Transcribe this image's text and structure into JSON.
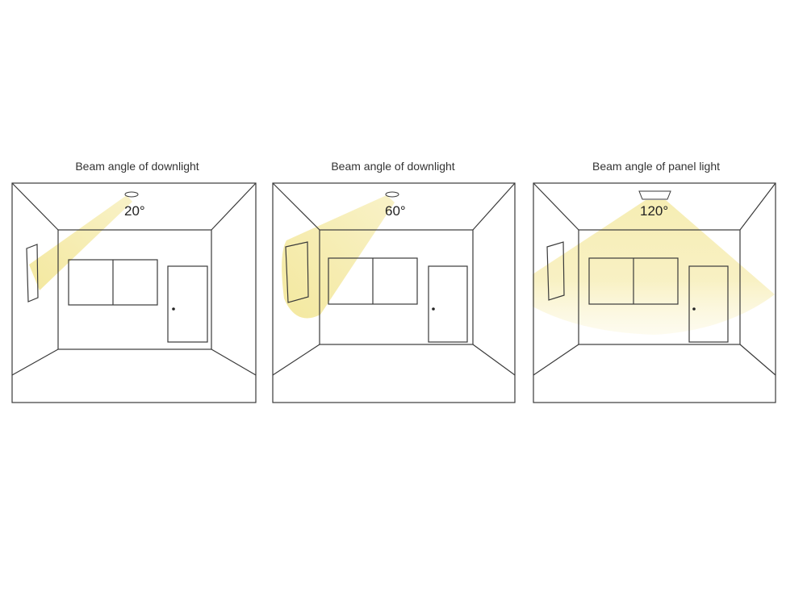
{
  "panels": [
    {
      "title": "Beam angle of downlight",
      "angle_label": "20°",
      "light_type": "downlight",
      "beam_angle_deg": 20
    },
    {
      "title": "Beam angle of downlight",
      "angle_label": "60°",
      "light_type": "downlight",
      "beam_angle_deg": 60
    },
    {
      "title": "Beam angle of panel light",
      "angle_label": "120°",
      "light_type": "panel-light",
      "beam_angle_deg": 120
    }
  ],
  "colors": {
    "line": "#3a3a3a",
    "beam": "#f3e79a",
    "beam_soft": "#fbf4c8"
  }
}
